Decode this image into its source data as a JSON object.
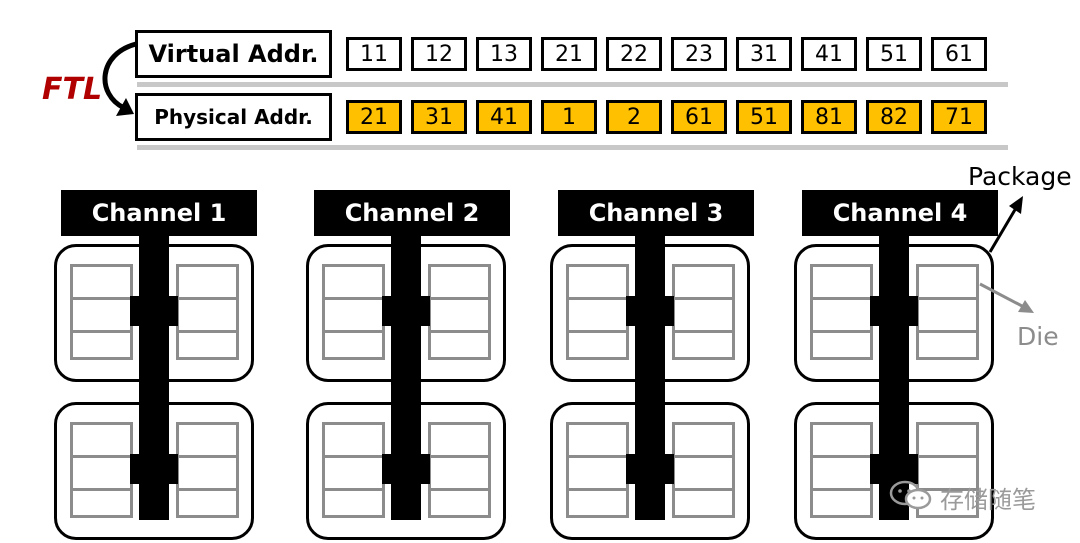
{
  "ftl": {
    "label": "FTL",
    "color": "#b00000"
  },
  "mapping": {
    "virtual_label": "Virtual Addr.",
    "physical_label": "Physical Addr.",
    "virtual": [
      "11",
      "12",
      "13",
      "21",
      "22",
      "23",
      "31",
      "41",
      "51",
      "61"
    ],
    "physical": [
      "21",
      "31",
      "41",
      "1",
      "2",
      "61",
      "51",
      "81",
      "82",
      "71"
    ],
    "physical_color": "#ffc000"
  },
  "channels": [
    "Channel 1",
    "Channel 2",
    "Channel 3",
    "Channel 4"
  ],
  "annotations": {
    "package": "Package",
    "die": "Die"
  },
  "watermark": "存储随笔"
}
